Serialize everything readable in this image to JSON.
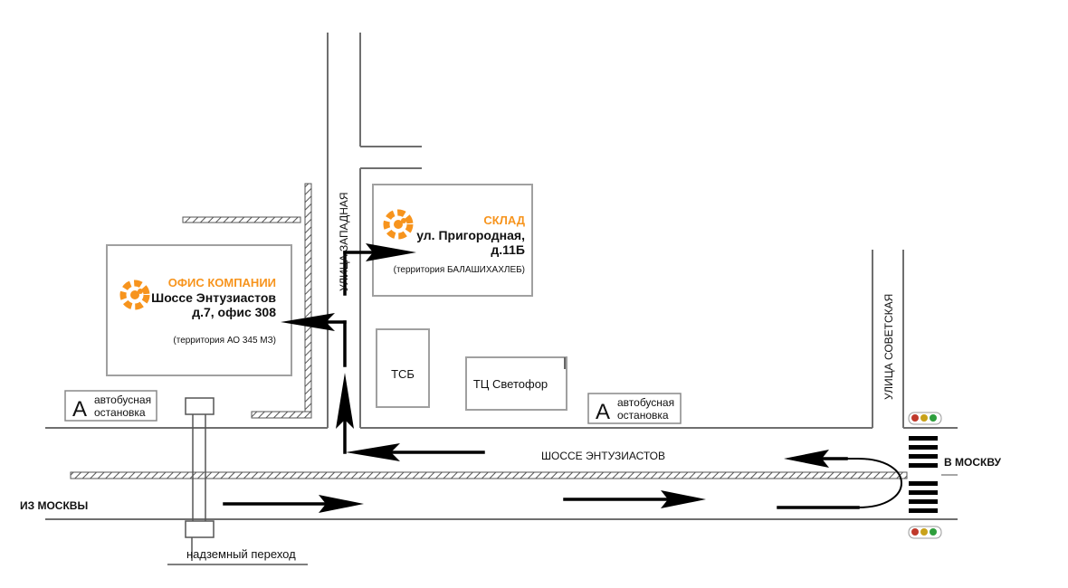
{
  "colors": {
    "accent": "#f7941d",
    "light_red": "#c0392b",
    "light_yellow": "#c9a21a",
    "light_green": "#2e9e3c"
  },
  "labels": {
    "street_west": "УЛИЦА ЗАПАДНАЯ",
    "street_sovetskaya": "УЛИЦА СОВЕТСКАЯ",
    "highway": "ШОССЕ ЭНТУЗИАСТОВ",
    "from_moscow": "ИЗ МОСКВЫ",
    "to_moscow": "В МОСКВУ",
    "overpass": "надземный переход",
    "tsb": "ТСБ",
    "svetofor": "ТЦ Светофор"
  },
  "office": {
    "icon": "gear-icon",
    "title": "ОФИС КОМПАНИИ",
    "line1": "Шоссе Энтузиастов",
    "line2": "д.7, офис 308",
    "note": "(территория АО 345 МЗ)"
  },
  "warehouse": {
    "icon": "gear-icon",
    "title": "СКЛАД",
    "line1": "ул. Пригородная,",
    "line2": "д.11Б",
    "note": "(территория БАЛАШИХАХЛЕБ)"
  },
  "bus_stops": [
    {
      "letter": "А",
      "line1": "автобусная",
      "line2": "остановка"
    },
    {
      "letter": "А",
      "line1": "автобусная",
      "line2": "остановка"
    }
  ]
}
